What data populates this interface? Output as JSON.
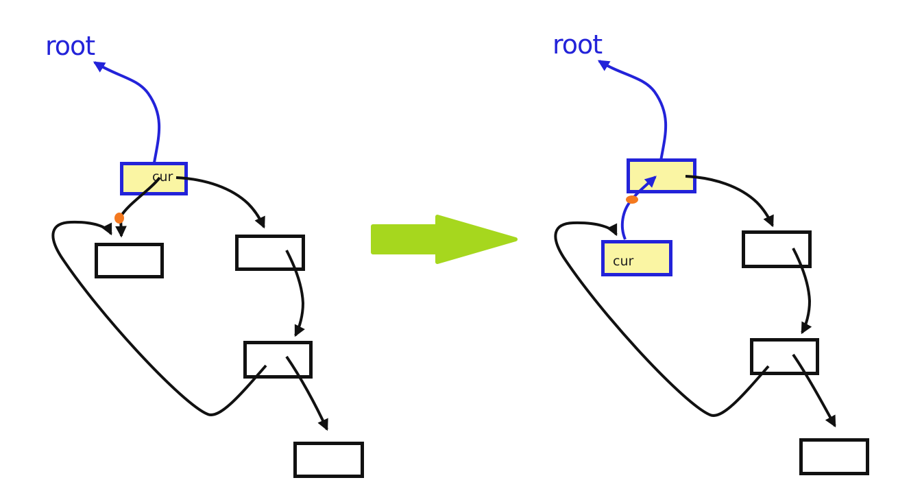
{
  "colors": {
    "blue": "#2323d9",
    "node-fill": "#faf5a3",
    "line": "#111111",
    "marker-orange": "#f4791f",
    "transition-green": "#a6d71e",
    "canvas-bg": "#ffffff",
    "label-text": "#1f1f1f"
  },
  "before": {
    "root_label": "root",
    "cur_label": "cur",
    "node_boxes": 5,
    "cur_points_to": "first list node",
    "loop": "last node points back to first node"
  },
  "after": {
    "root_label": "root",
    "cur_label": "cur",
    "node_boxes": 5,
    "cur_points_to": "previous cur node (blue arrow back up)",
    "loop": "last node points back to cur node"
  },
  "transition": {
    "direction": "right",
    "meaning_shape": "large green arrow between the two diagrams"
  }
}
